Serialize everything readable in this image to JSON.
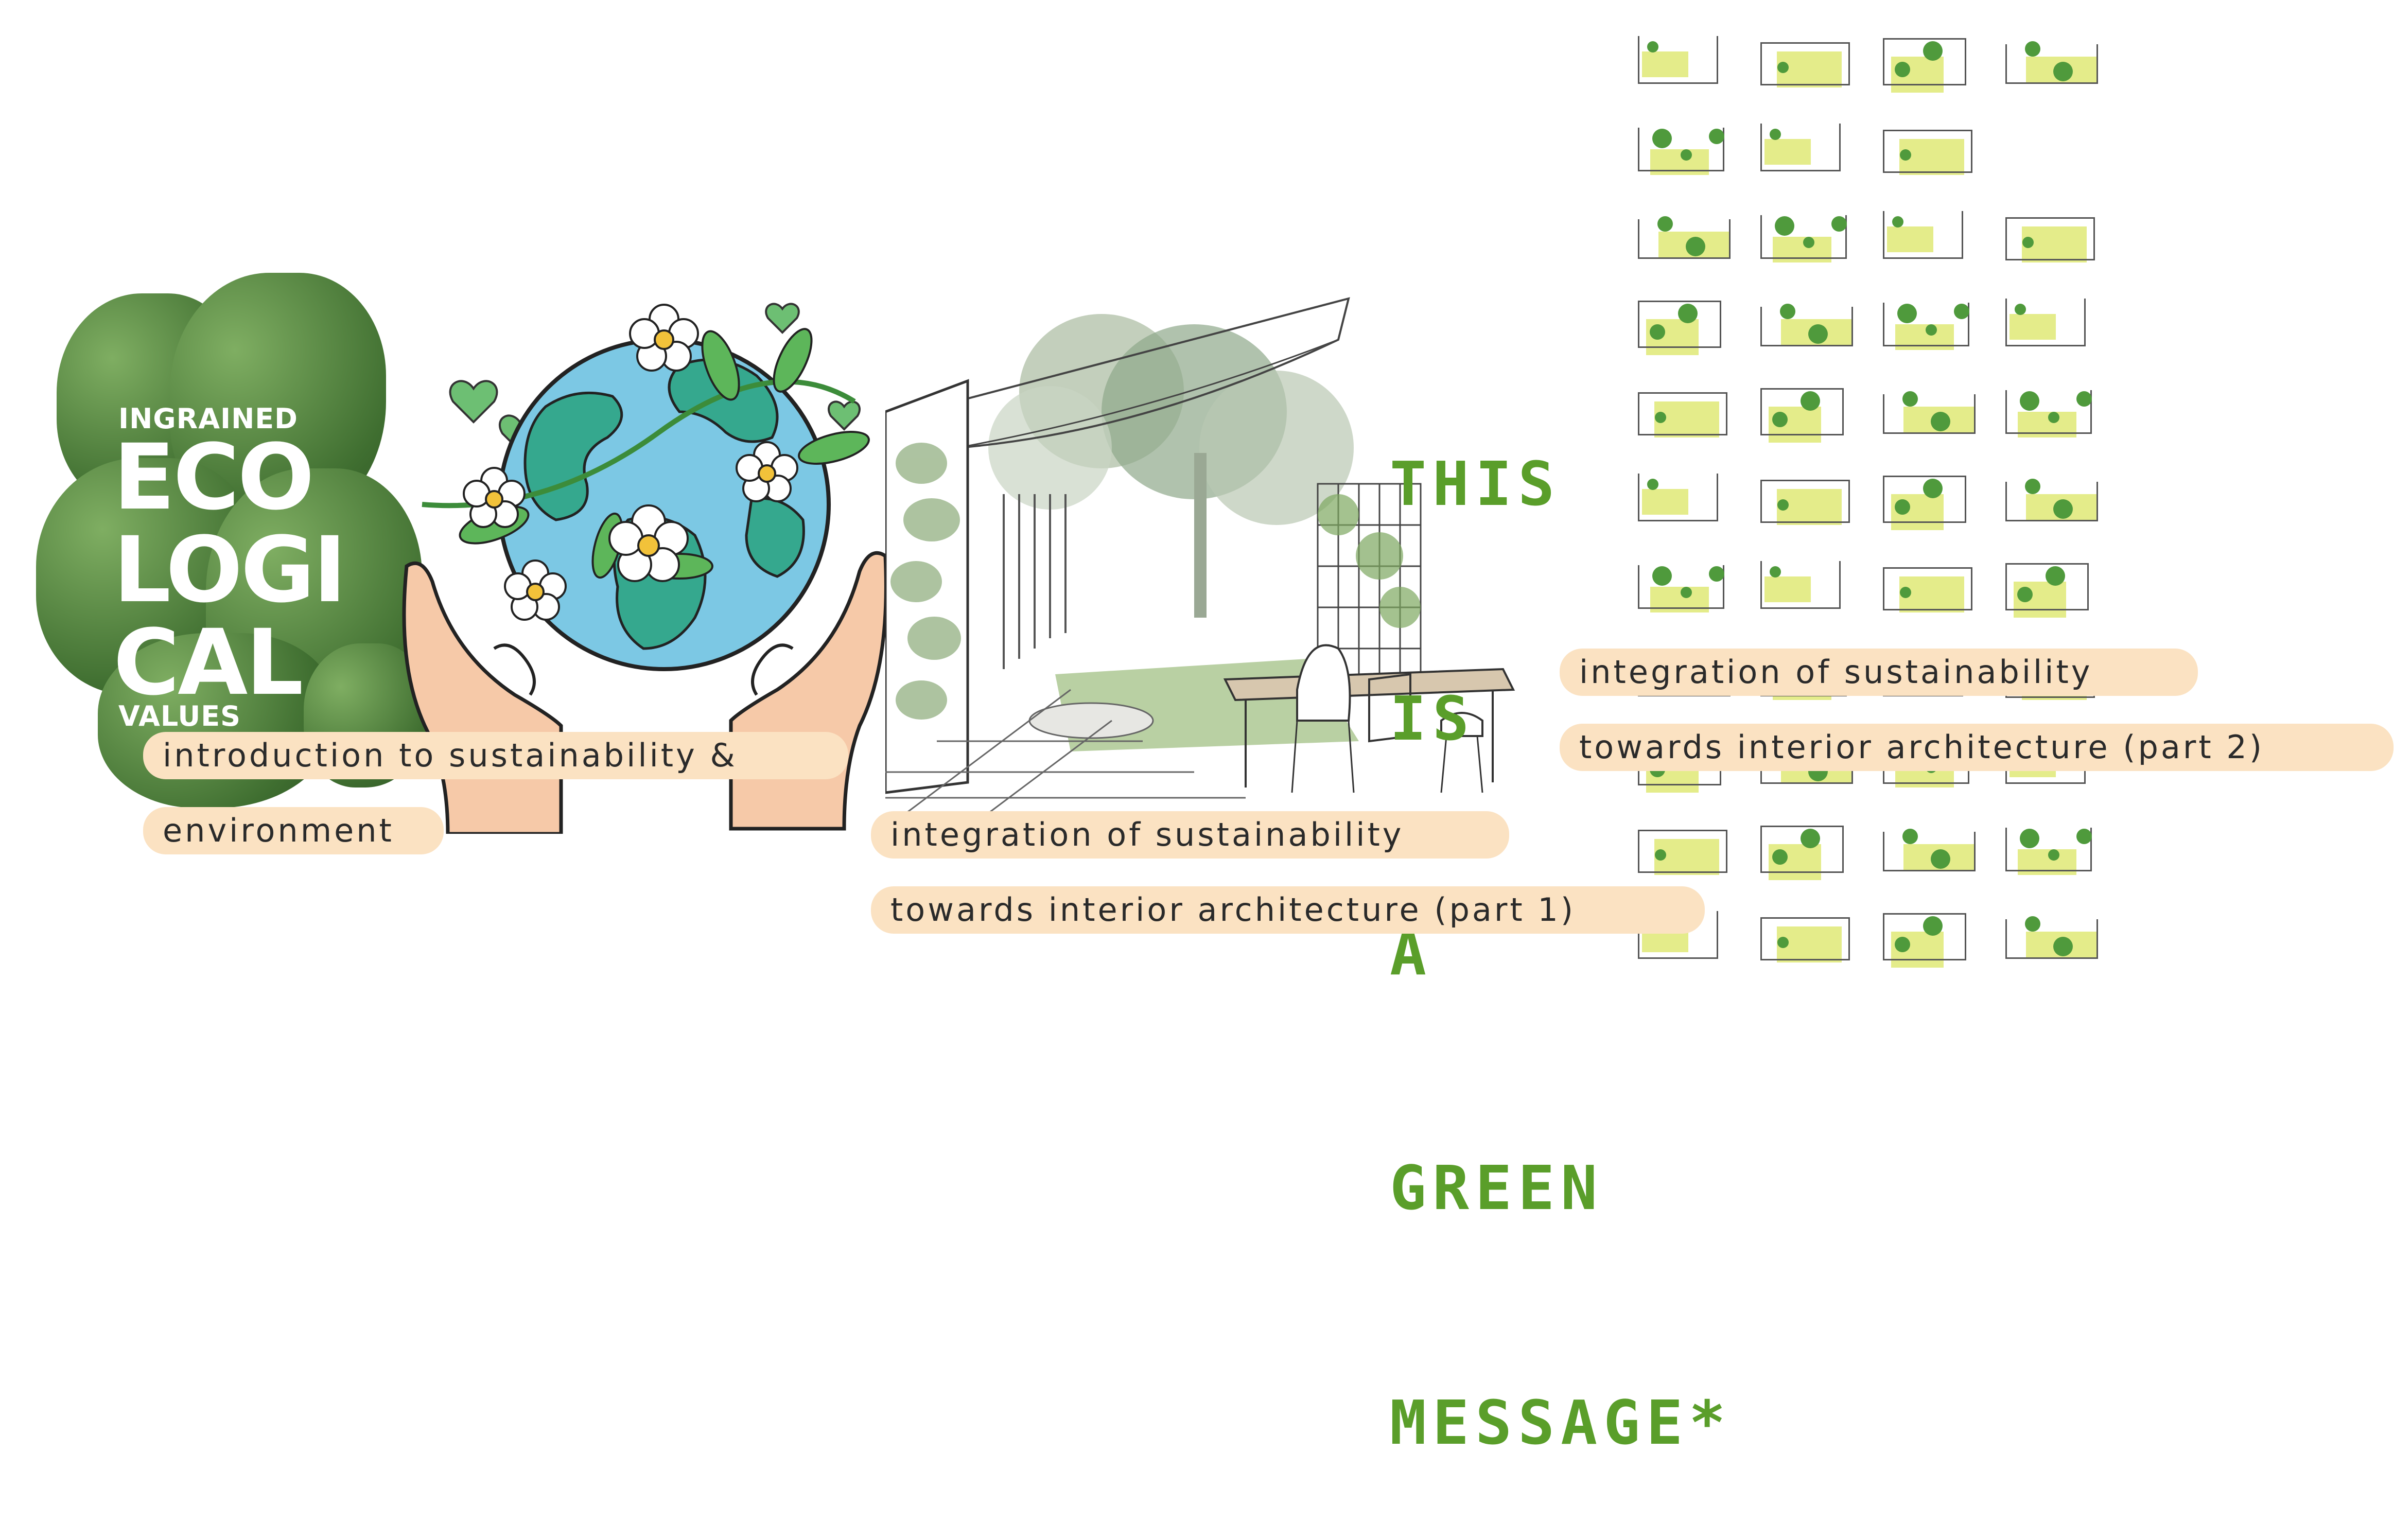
{
  "colors": {
    "label_bg": "#fbe2c2",
    "green_text": "#5a9e2a",
    "globe_ocean": "#7cc8e4",
    "globe_land": "#35a88e",
    "skin": "#f6c9a8",
    "thumb_yellow": "#e4ec8a",
    "thumb_green": "#4f9a3c"
  },
  "eco_panel": {
    "line1": "INGRAINED",
    "line2": "ECO",
    "line3": "LOGI",
    "line4": "CAL",
    "line5": "VALUES"
  },
  "green_message": {
    "lines": [
      "THIS",
      "IS",
      "A",
      "GREEN",
      "MESSAGE*"
    ]
  },
  "labels": {
    "intro_line1": "introduction to sustainability &",
    "intro_line2": "environment",
    "part1_line1": "integration of sustainability",
    "part1_line2": "towards interior architecture (part 1)",
    "part2_line1": "integration of sustainability",
    "part2_line2": "towards interior architecture (part 2)"
  },
  "illustrations": {
    "globe": "globe-in-hands-icon",
    "courtyard": "courtyard-sketch",
    "grid": "sketch-thumbnail-grid"
  }
}
